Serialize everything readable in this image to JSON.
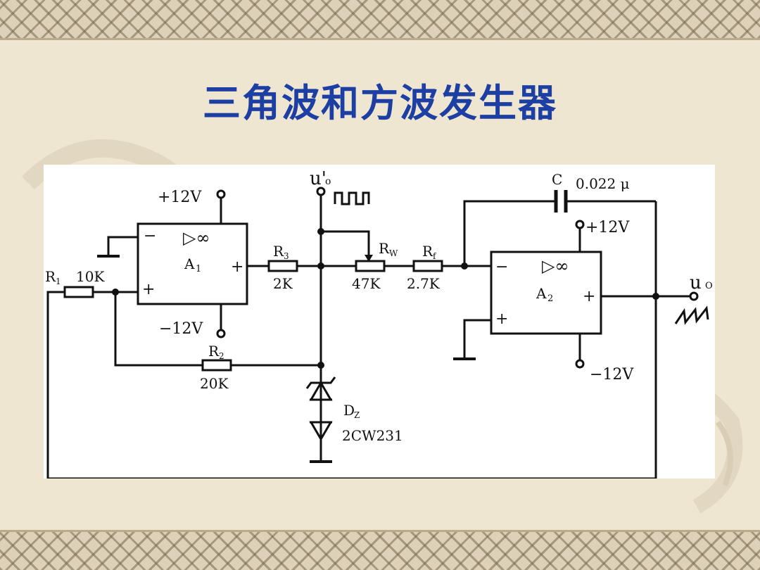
{
  "slide": {
    "title": "三角波和方波发生器"
  },
  "circuit": {
    "labels": {
      "uo_prime": "u'",
      "uo_prime_sub": "o",
      "vcc1": "+12V",
      "vee1": "−12V",
      "vcc2": "+12V",
      "vee2": "−12V",
      "a1": "A",
      "a1_sub": "1",
      "a2": "A",
      "a2_sub": "2",
      "inf1": "▷∞",
      "inf2": "▷∞",
      "minus": "−",
      "plus": "+",
      "r1": "R",
      "r1_sub": "1",
      "r1_val": "10K",
      "r2": "R",
      "r2_sub": "2",
      "r2_val": "20K",
      "r3": "R",
      "r3_sub": "3",
      "r3_val": "2K",
      "rw": "R",
      "rw_sub": "W",
      "rw_val": "47K",
      "rf": "R",
      "rf_sub": "f",
      "rf_val": "2.7K",
      "c": "C",
      "c_val": "0.022 μ",
      "dz": "D",
      "dz_sub": "Z",
      "dz_part": "2CW231",
      "uo": "u",
      "uo_sub": "O"
    }
  }
}
